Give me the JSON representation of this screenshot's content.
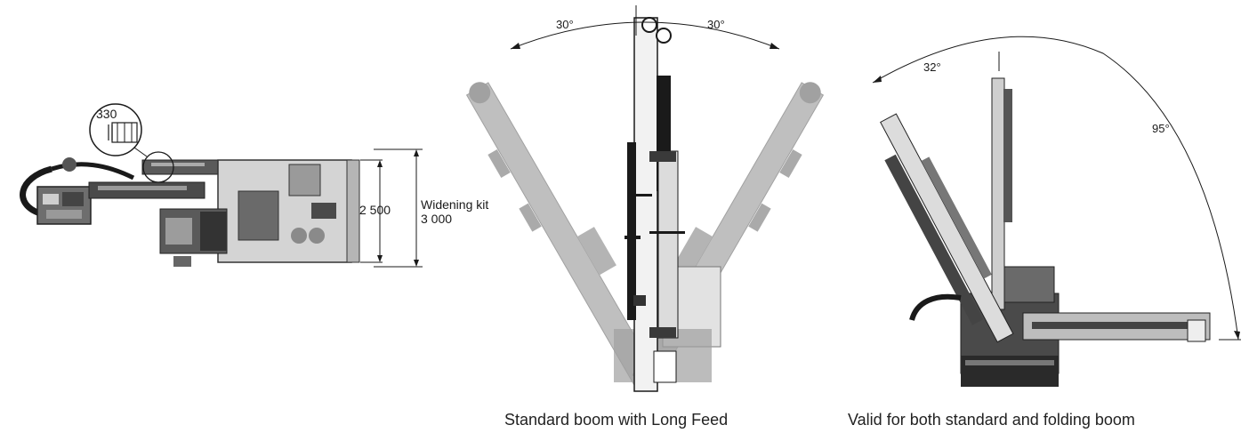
{
  "top_view": {
    "detail_value": "330",
    "width_value": "2 500",
    "widening_label": "Widening kit",
    "widening_value": "3 000"
  },
  "front_view": {
    "angle_left": "30°",
    "angle_right": "30°",
    "caption": "Standard boom with Long Feed"
  },
  "side_view": {
    "angle_small": "32°",
    "angle_large": "95°",
    "caption": "Valid for both standard and folding boom"
  },
  "colors": {
    "line": "#1a1a1a",
    "machine_dark": "#3a3a3a",
    "machine_mid": "#7a7a7a",
    "machine_light": "#c8c8c8",
    "ghost": "#8c8c8c"
  }
}
